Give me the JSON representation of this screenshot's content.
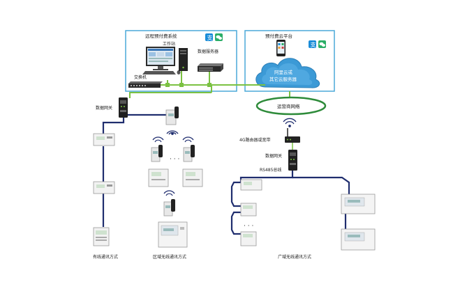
{
  "labels": {
    "remote_system": "远程预付费系统",
    "workstation": "工作站",
    "data_server": "数据服务器",
    "switch": "交换机",
    "cloud_platform": "预付费云平台",
    "cloud_server_line1": "阿里云或",
    "cloud_server_line2": "其它云服务器",
    "carrier_network": "运营商网络",
    "router": "4G路由器或宽带",
    "gateway_left": "数据网关",
    "gateway_right": "数据网关",
    "rs485_bus": "RS485总线",
    "wired_mode": "有线通讯方式",
    "regional_wireless_mode": "区域无线通讯方式",
    "wide_area_wireless_mode": "广域无线通讯方式",
    "ellipsis_mid": "· · ·",
    "ellipsis_right": "· · ·"
  },
  "colors": {
    "frame_blue": "#4aa8d8",
    "bus_navy": "#1f2d6e",
    "ethernet_green": "#7bc142",
    "network_ellipse": "#2e8b3a",
    "cloud_fill": "#3c9ad6",
    "wechat": "#2aae67",
    "alipay": "#1a8cd8"
  },
  "icons": {
    "alipay": "alipay-icon",
    "wechat": "wechat-icon",
    "wifi": "wifi-signal-icon"
  }
}
